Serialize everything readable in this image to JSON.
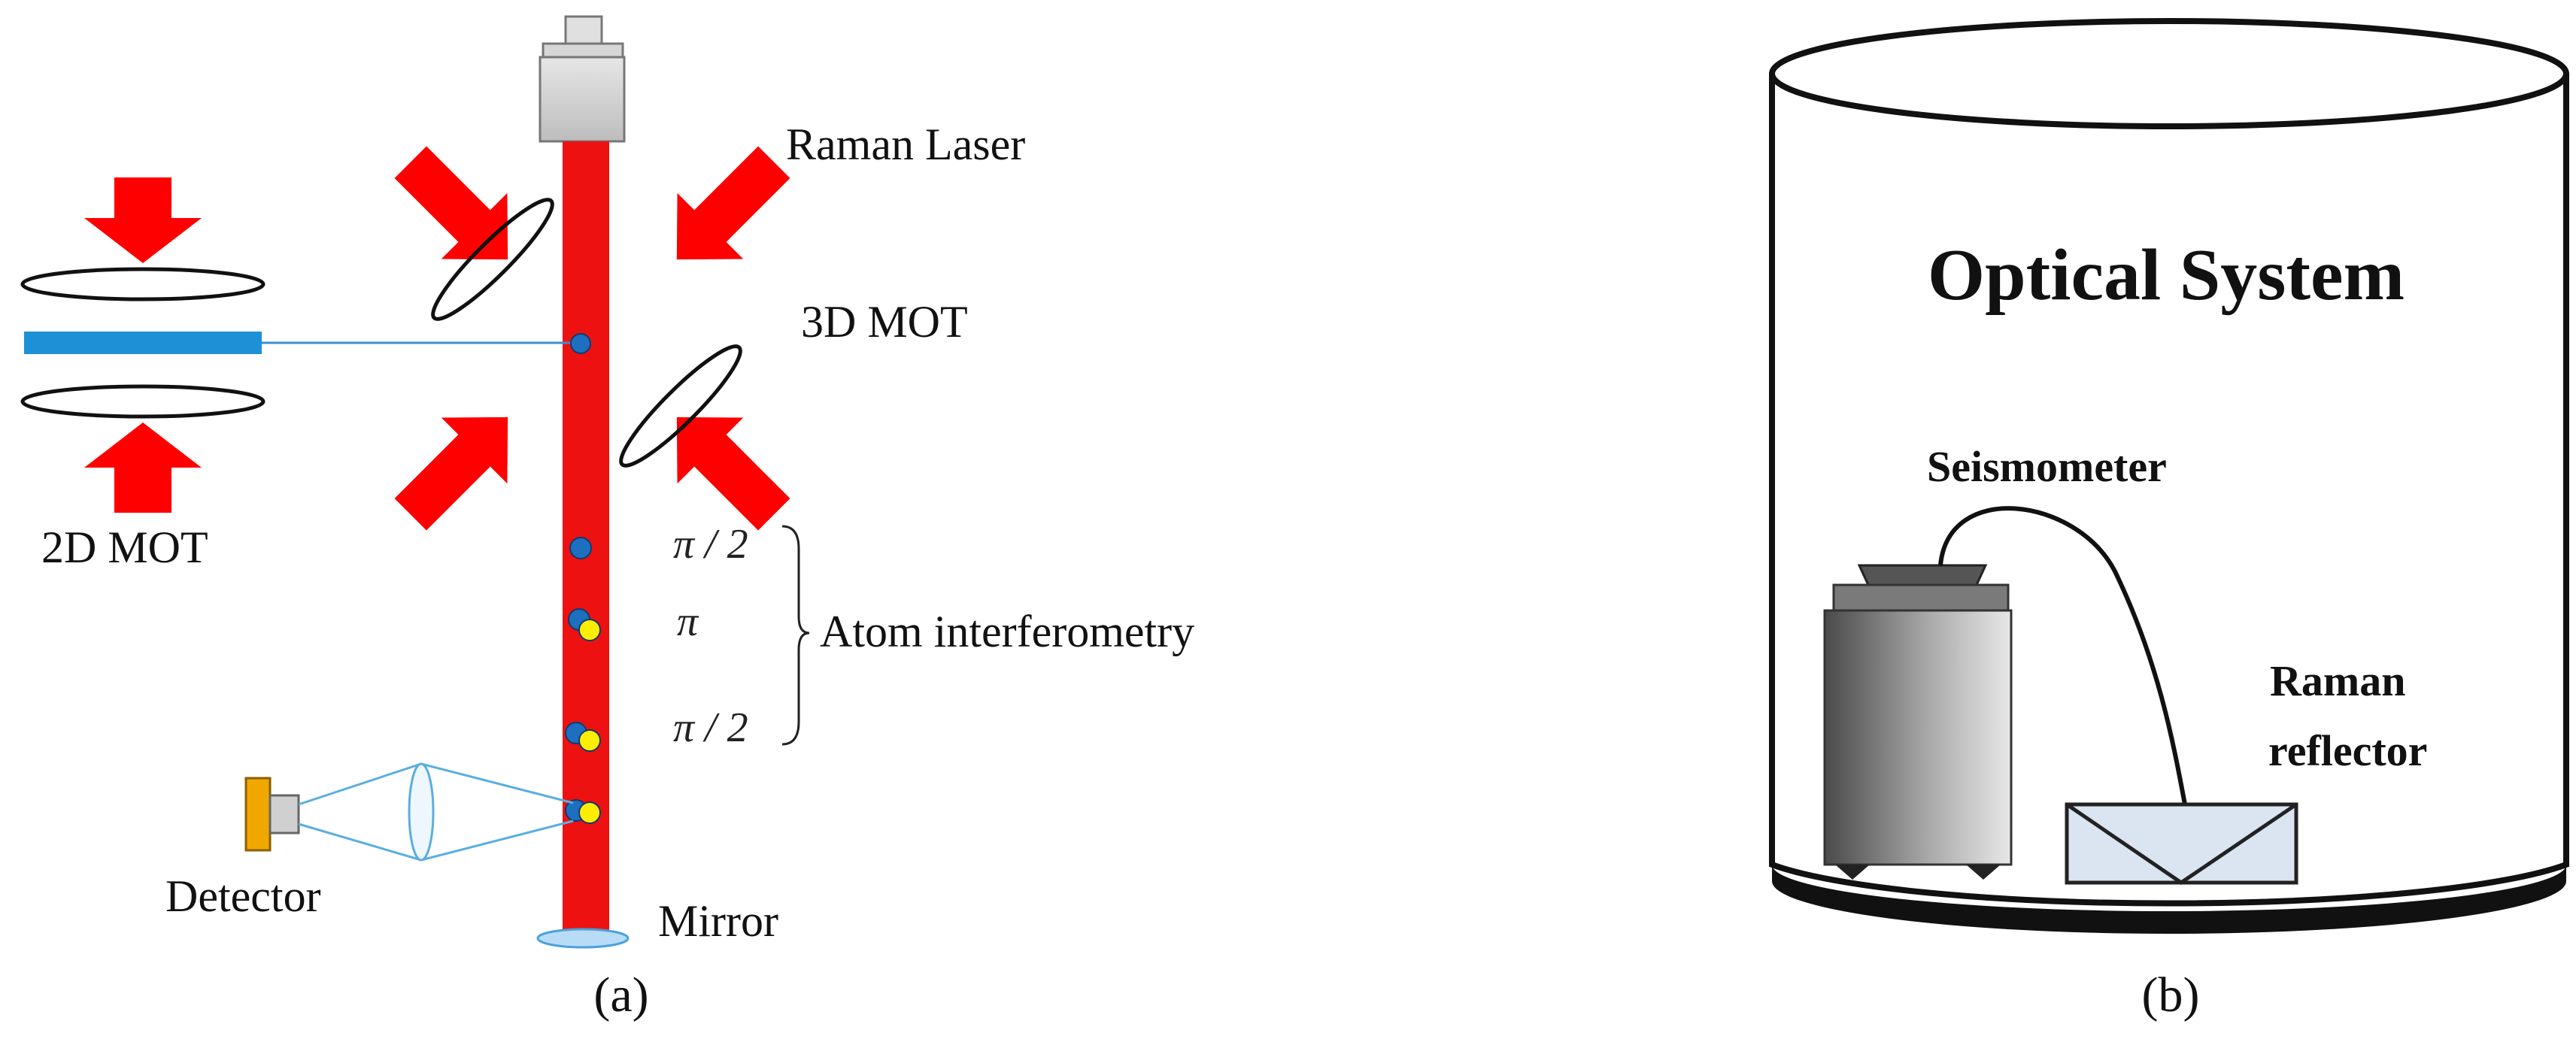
{
  "panel_a": {
    "caption": "(a)",
    "labels": {
      "raman_laser": "Raman Laser",
      "mot_3d": "3D MOT",
      "mot_2d": "2D MOT",
      "pulse_1": "π / 2",
      "pulse_2": "π",
      "pulse_3": "π / 2",
      "atom_interferometry": "Atom interferometry",
      "detector": "Detector",
      "mirror": "Mirror"
    }
  },
  "panel_b": {
    "caption": "(b)",
    "labels": {
      "title": "Optical System",
      "seismometer": "Seismometer",
      "raman_reflector_line1": "Raman",
      "raman_reflector_line2": "reflector"
    }
  },
  "colors": {
    "laser_beam": "#ee1111",
    "arrow": "#ff0000",
    "atom_blue": "#1f6fc0",
    "atom_yellow": "#ffee00",
    "push_beam": "#1e90d6",
    "light_cone": "#5aaee0",
    "detector_body": "#f0a800",
    "camera_grey": "#d0d0d0",
    "reflector_fill": "#dbe5f1",
    "mirror_fill": "#b8dcf5"
  }
}
